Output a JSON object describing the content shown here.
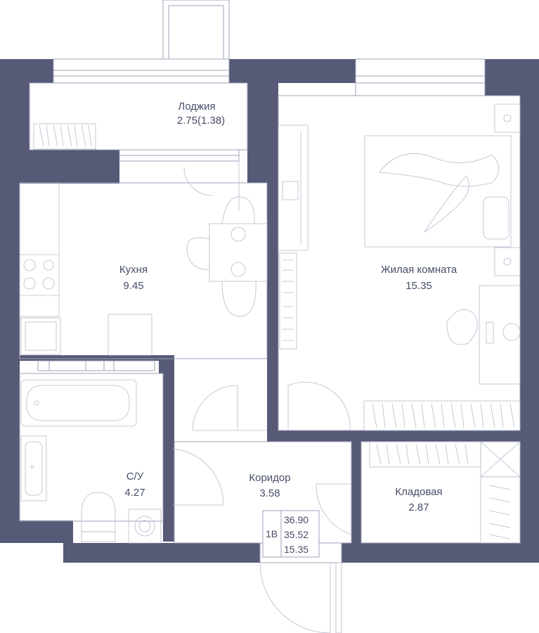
{
  "rooms": {
    "loggia": {
      "name": "Лоджия",
      "area": "2.75(1.38)"
    },
    "kitchen": {
      "name": "Кухня",
      "area": "9.45"
    },
    "living": {
      "name": "Жилая комната",
      "area": "15.35"
    },
    "bathroom": {
      "name": "С/У",
      "area": "4.27"
    },
    "corridor": {
      "name": "Коридор",
      "area": "3.58"
    },
    "storage": {
      "name": "Кладовая",
      "area": "2.87"
    }
  },
  "summary": {
    "type": "1В",
    "total": "36.90",
    "net": "35.52",
    "living": "15.35"
  },
  "colors": {
    "wall": "#565a77",
    "text": "#474d68",
    "line": "#9da1b8"
  }
}
